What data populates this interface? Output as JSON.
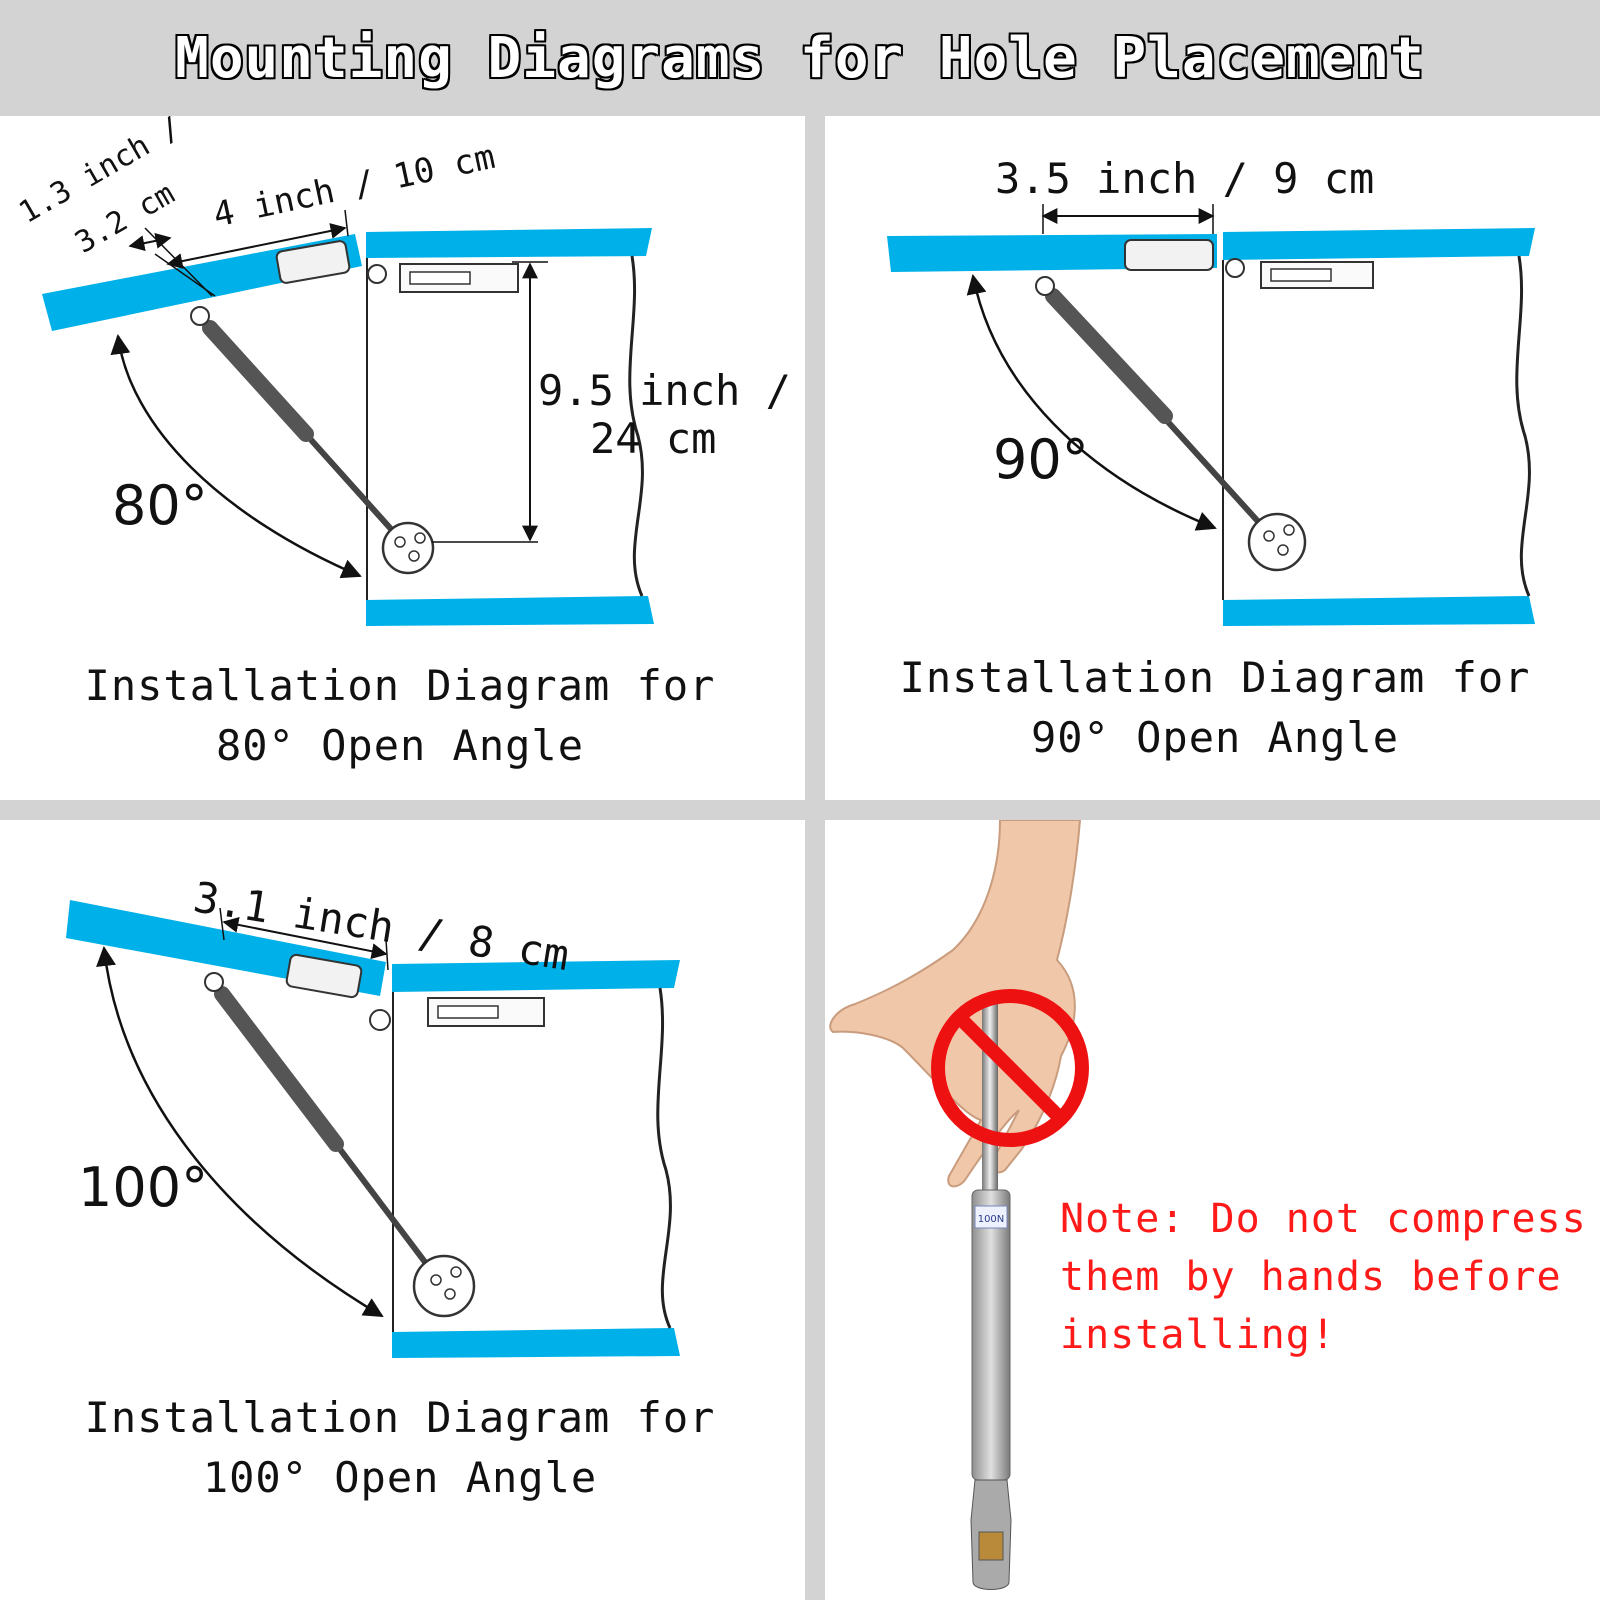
{
  "header": {
    "title": "Mounting Diagrams for Hole Placement"
  },
  "colors": {
    "board": "#00b0e8",
    "prohibit": "#ee1111",
    "note": "#ff1a1a"
  },
  "panel80": {
    "dim_a": "1.3 inch /",
    "dim_a2": "3.2 cm",
    "dim_b": "4 inch / 10 cm",
    "dim_c": "9.5 inch /",
    "dim_c2": "24 cm",
    "angle": "80°",
    "caption_line1": "Installation Diagram for",
    "caption_line2": "80° Open Angle"
  },
  "panel90": {
    "dim_a": "3.5 inch / 9 cm",
    "angle": "90°",
    "caption_line1": "Installation Diagram for",
    "caption_line2": "90° Open Angle"
  },
  "panel100": {
    "dim_a": "3.1 inch / 8 cm",
    "angle": "100°",
    "caption_line1": "Installation Diagram for",
    "caption_line2": "100° Open Angle"
  },
  "note_panel": {
    "strut_label": "100N",
    "note": "Note: Do not compress them by hands before installing!"
  }
}
